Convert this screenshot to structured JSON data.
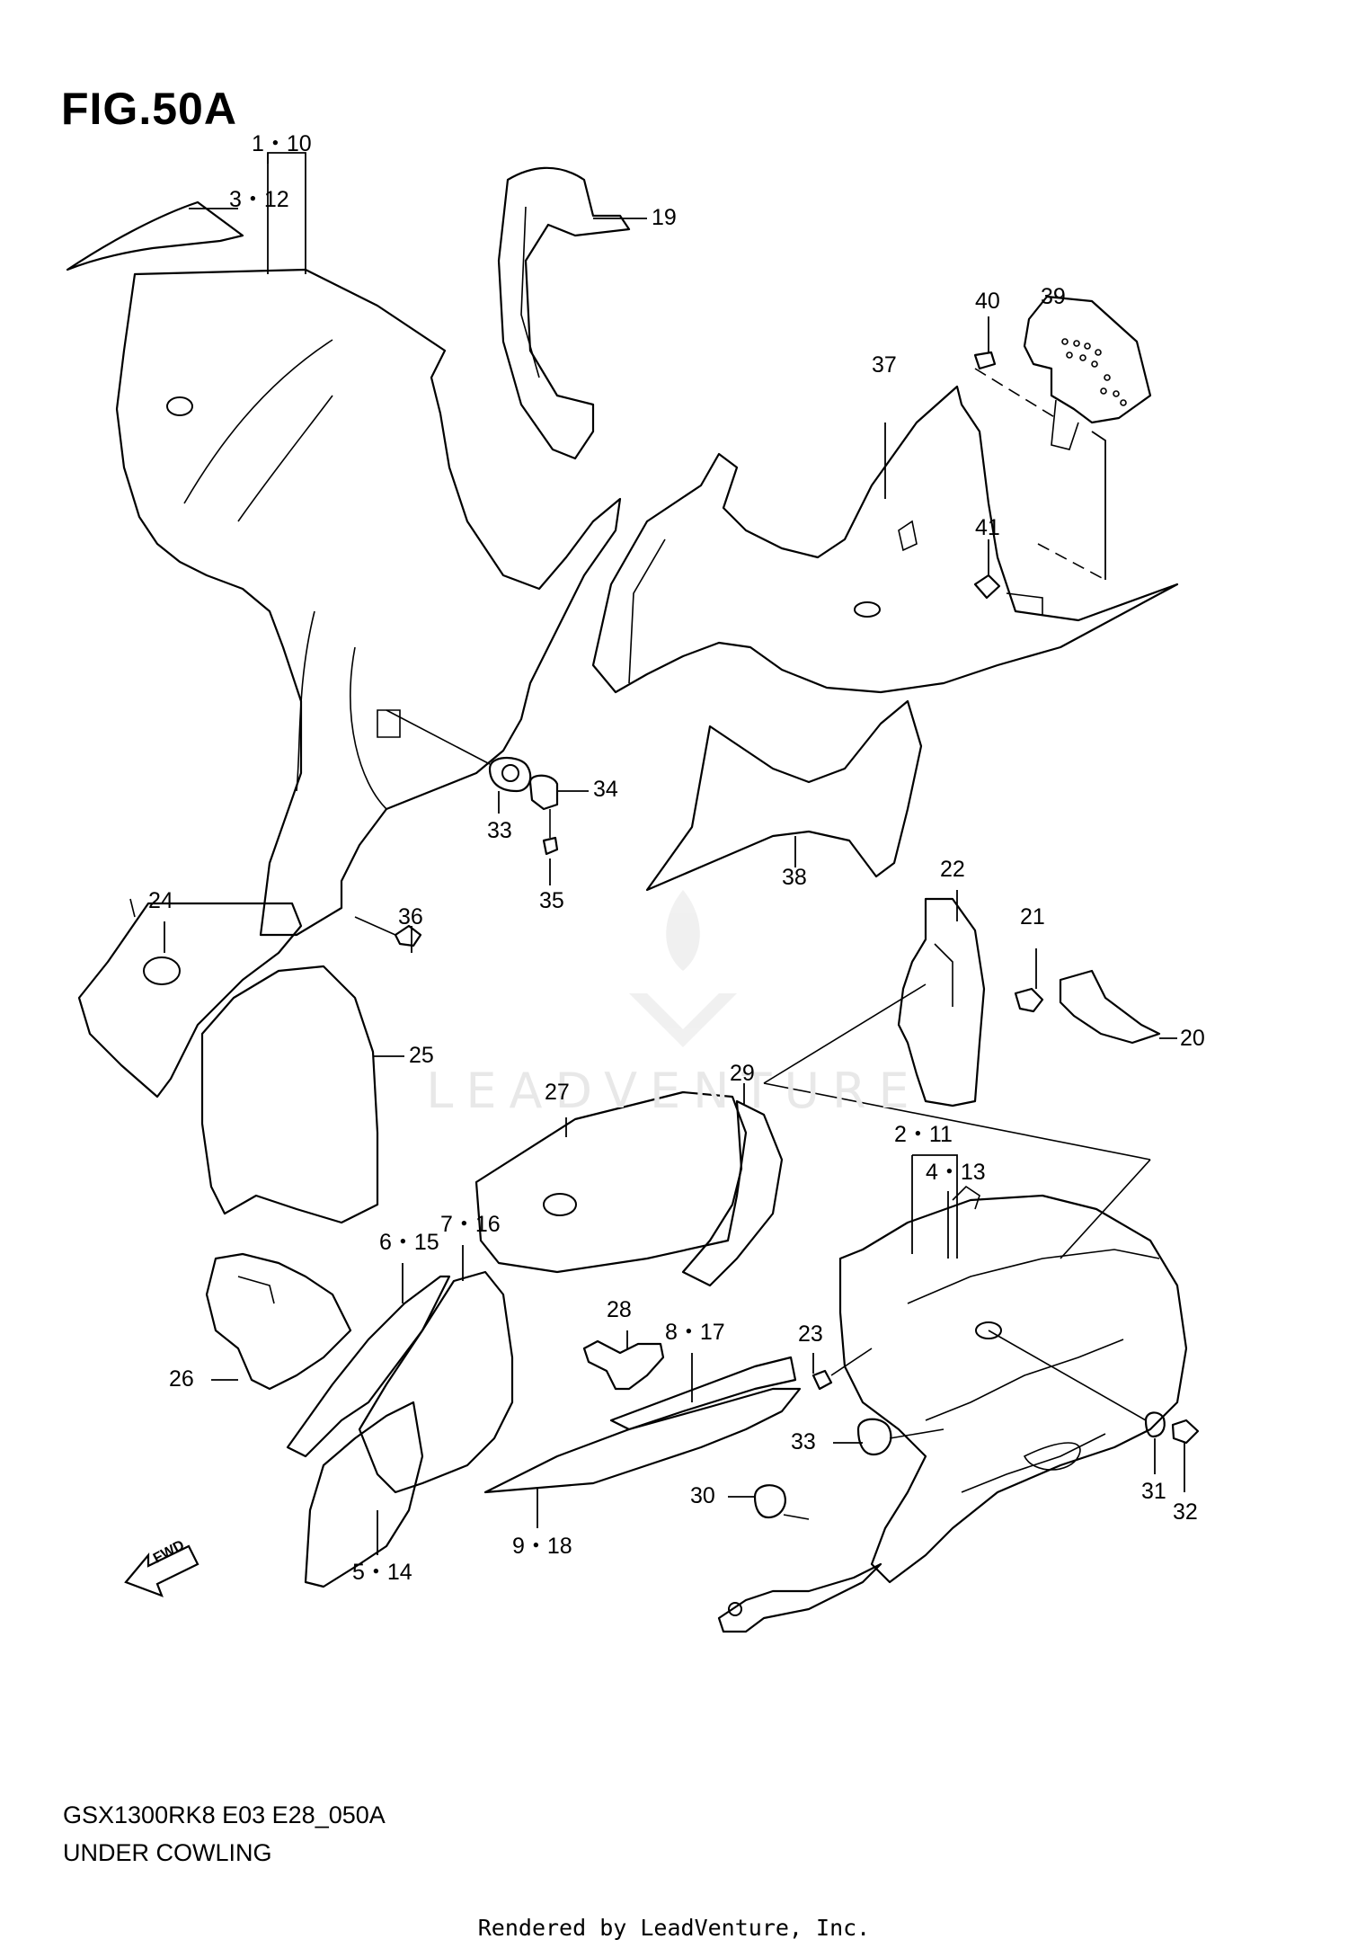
{
  "figure": {
    "title": "FIG.50A",
    "model_code": "GSX1300RK8 E03 E28_050A",
    "section_name": "UNDER COWLING",
    "credit": "Rendered by LeadVenture, Inc.",
    "watermark": "LEADVENTURE",
    "direction_label": "FWD"
  },
  "callouts": {
    "c1_10": "1・10",
    "c3_12": "3・12",
    "c19": "19",
    "c40": "40",
    "c39": "39",
    "c37": "37",
    "c41": "41",
    "c34": "34",
    "c33a": "33",
    "c35": "35",
    "c38": "38",
    "c24": "24",
    "c36": "36",
    "c22": "22",
    "c21": "21",
    "c20": "20",
    "c25": "25",
    "c29": "29",
    "c27": "27",
    "c2_11": "2・11",
    "c4_13": "4・13",
    "c6_15": "6・15",
    "c7_16": "7・16",
    "c28": "28",
    "c8_17": "8・17",
    "c23": "23",
    "c26": "26",
    "c33b": "33",
    "c31": "31",
    "c32": "32",
    "c30": "30",
    "c9_18": "9・18",
    "c5_14": "5・14"
  },
  "colors": {
    "line": "#000000",
    "background": "#ffffff",
    "watermark": "#e8e8e8"
  }
}
